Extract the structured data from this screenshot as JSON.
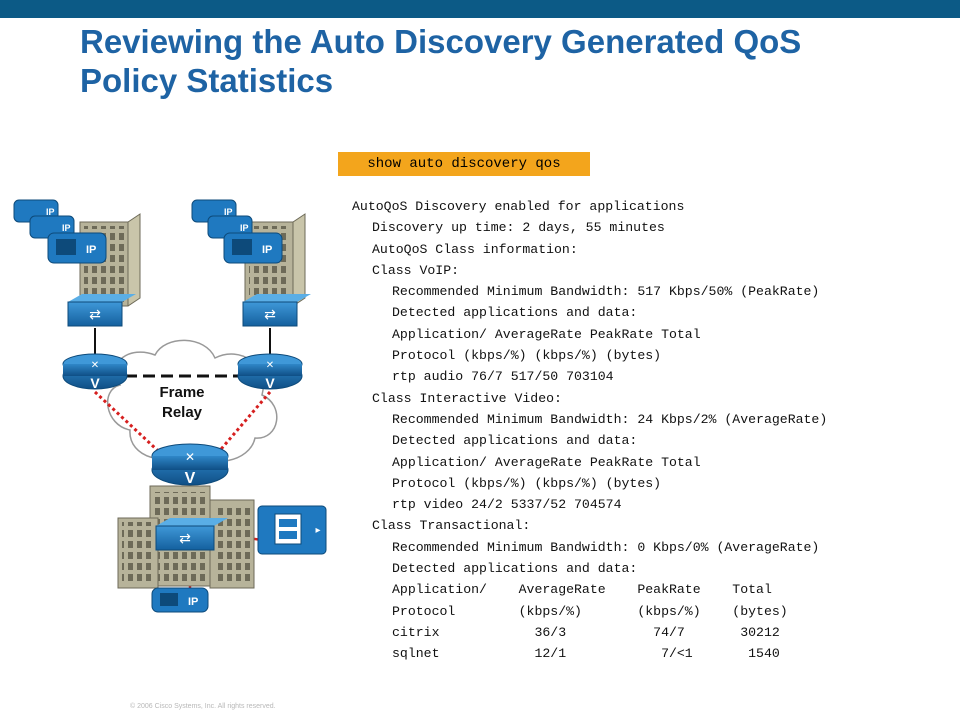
{
  "slide": {
    "title_line1": "Reviewing the Auto Discovery Generated QoS",
    "title_line2": "Policy Statistics",
    "command": "show auto discovery qos",
    "copyright": "© 2006 Cisco Systems, Inc. All rights reserved."
  },
  "diagram": {
    "cloud_label_line1": "Frame",
    "cloud_label_line2": "Relay",
    "ip_phone_label": "IP",
    "router_label": "V",
    "colors": {
      "building": "#b7b39a",
      "switch": "#1f79c0",
      "router": "#1a6aa8",
      "pvc_link": "#d61f1f",
      "trunk_link": "#111111"
    }
  },
  "output": {
    "lines": [
      "AutoQoS Discovery enabled for applications",
      "Discovery up time: 2 days, 55 minutes",
      "AutoQoS Class information:",
      "Class VoIP:",
      "Recommended Minimum Bandwidth: 517 Kbps/50% (PeakRate)",
      "Detected applications and data:",
      "Application/ AverageRate PeakRate Total",
      "Protocol (kbps/%) (kbps/%) (bytes)",
      "rtp audio 76/7 517/50 703104",
      "Class Interactive Video:",
      "Recommended Minimum Bandwidth: 24 Kbps/2% (AverageRate)",
      "Detected applications and data:",
      "Application/ AverageRate PeakRate Total",
      "Protocol (kbps/%) (kbps/%) (bytes)",
      "rtp video 24/2 5337/52 704574",
      "Class Transactional:",
      "Recommended Minimum Bandwidth: 0 Kbps/0% (AverageRate)",
      "Detected applications and data:",
      "Application/    AverageRate    PeakRate    Total",
      "Protocol        (kbps/%)       (kbps/%)    (bytes)",
      "citrix            36/3           74/7       30212",
      "sqlnet            12/1            7/<1       1540"
    ]
  }
}
